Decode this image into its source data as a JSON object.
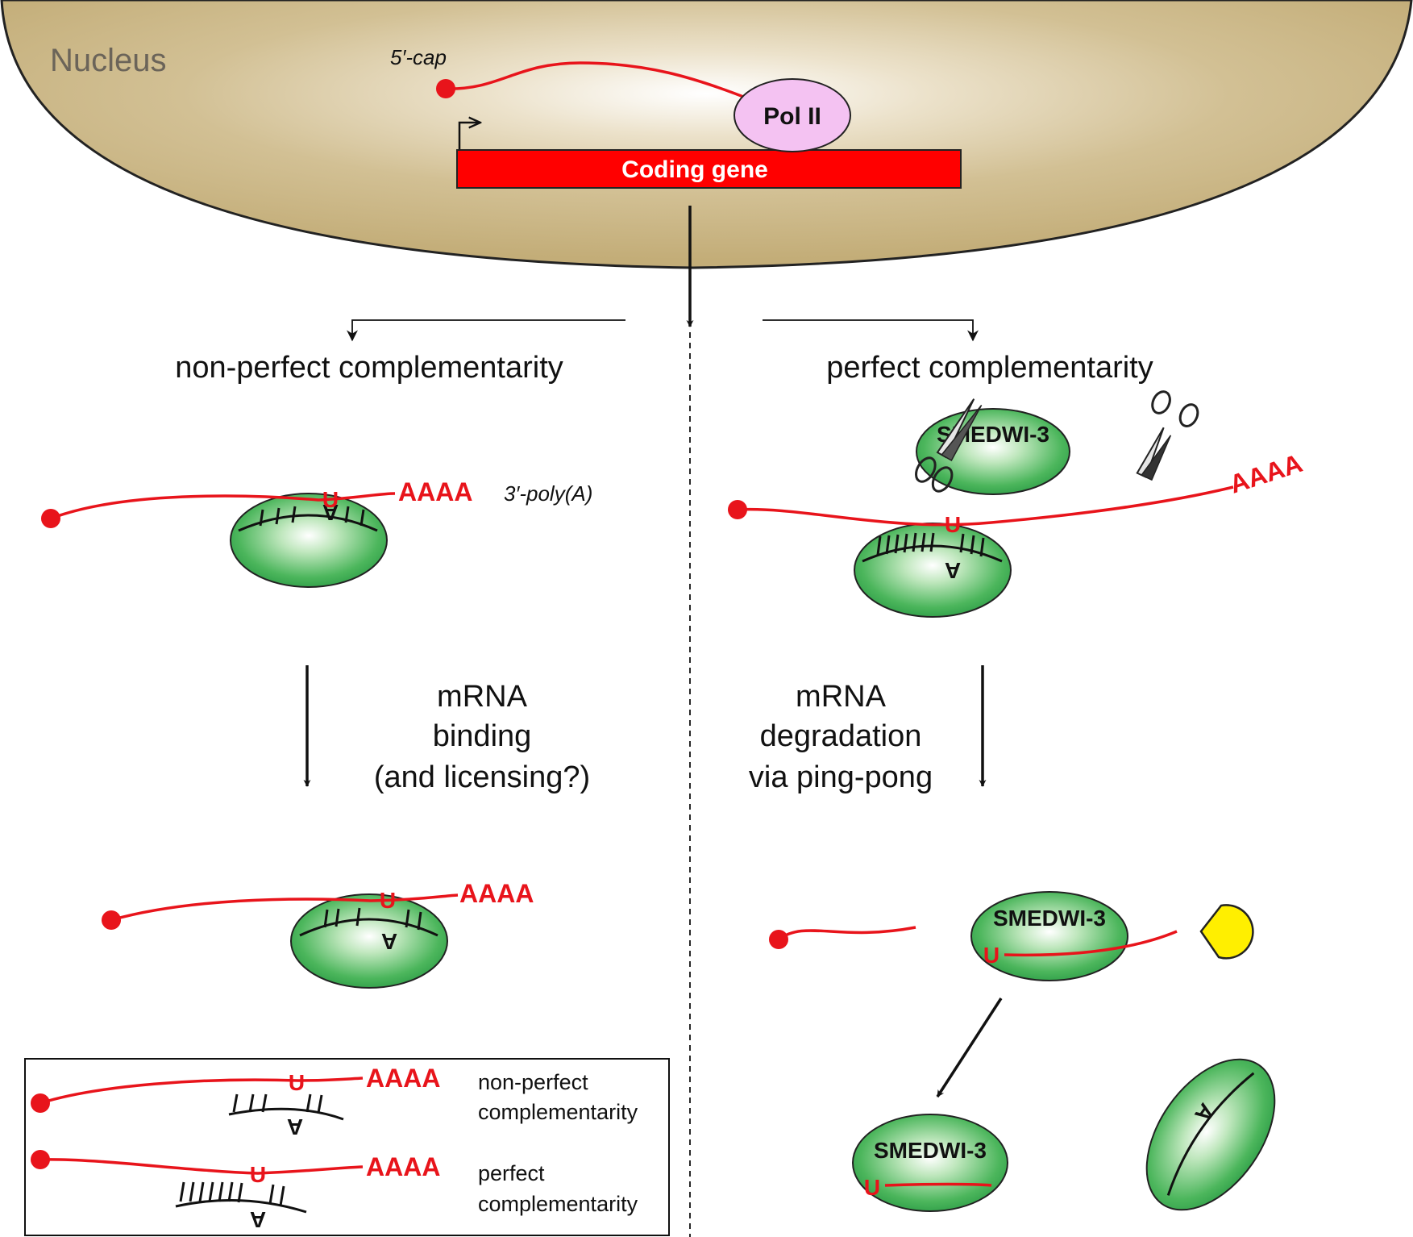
{
  "nucleus": {
    "label": "Nucleus",
    "cap_label": "5′-cap",
    "polymerase_label": "Pol II",
    "gene_label": "Coding gene"
  },
  "branches": {
    "left_heading": "non-perfect complementarity",
    "right_heading": "perfect complementarity"
  },
  "molecules": {
    "u_base": "U",
    "a_base": "A",
    "polyA_tail": "AAAA",
    "polyA_note": "3′-poly(A)",
    "protein": "SMEDWI-3"
  },
  "steps": {
    "left": [
      "mRNA",
      "binding",
      "(and licensing?)"
    ],
    "right": [
      "mRNA",
      "degradation",
      "via ping-pong"
    ]
  },
  "legend": {
    "non_perfect": [
      "non-perfect",
      "complementarity"
    ],
    "perfect": [
      "perfect",
      "complementarity"
    ]
  },
  "colors": {
    "nucleus_fill": "#c9b483",
    "nucleus_center": "#ffffff",
    "rna": "#e8141b",
    "gene": "#ff0000",
    "pol_ii": "#f4c2f2",
    "piwi_green": "#2ea64a",
    "piwi_light": "#d9f2d7",
    "exonuclease": "#ffef00"
  },
  "icons": [
    "scissors-icon",
    "exonuclease-pacman-icon",
    "transcription-start-arrow-icon"
  ]
}
